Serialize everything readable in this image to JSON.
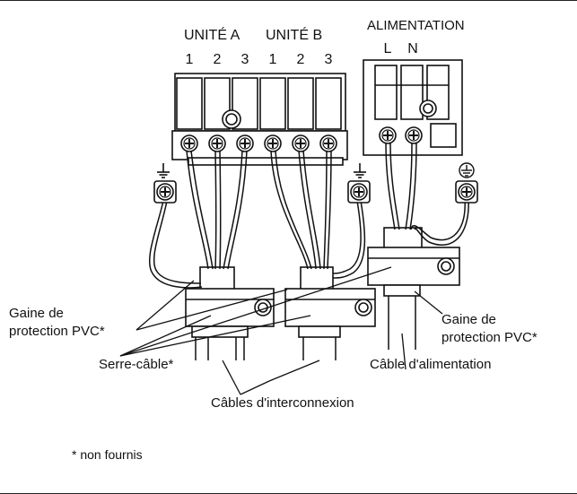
{
  "terminals": {
    "unit_a": {
      "title": "UNITÉ A",
      "pins": [
        "1",
        "2",
        "3"
      ]
    },
    "unit_b": {
      "title": "UNITÉ B",
      "pins": [
        "1",
        "2",
        "3"
      ]
    },
    "power": {
      "title": "ALIMENTATION",
      "pins": [
        "L",
        "N"
      ]
    }
  },
  "labels": {
    "pvc_sleeve_left": "Gaine de\nprotection PVC*",
    "cable_clamp": "Serre-câble*",
    "interconnect_cables": "Câbles d'interconnexion",
    "pvc_sleeve_right": "Gaine de\nprotection PVC*",
    "power_cable": "Câble d'alimentation"
  },
  "footnote": "* non fournis",
  "icons": [
    "ground-icon",
    "ground-icon",
    "earth-ground-icon",
    "screw-icon"
  ],
  "colors": {
    "line": "#111111",
    "fill": "#ffffff",
    "shade": "#cfcfcf"
  }
}
